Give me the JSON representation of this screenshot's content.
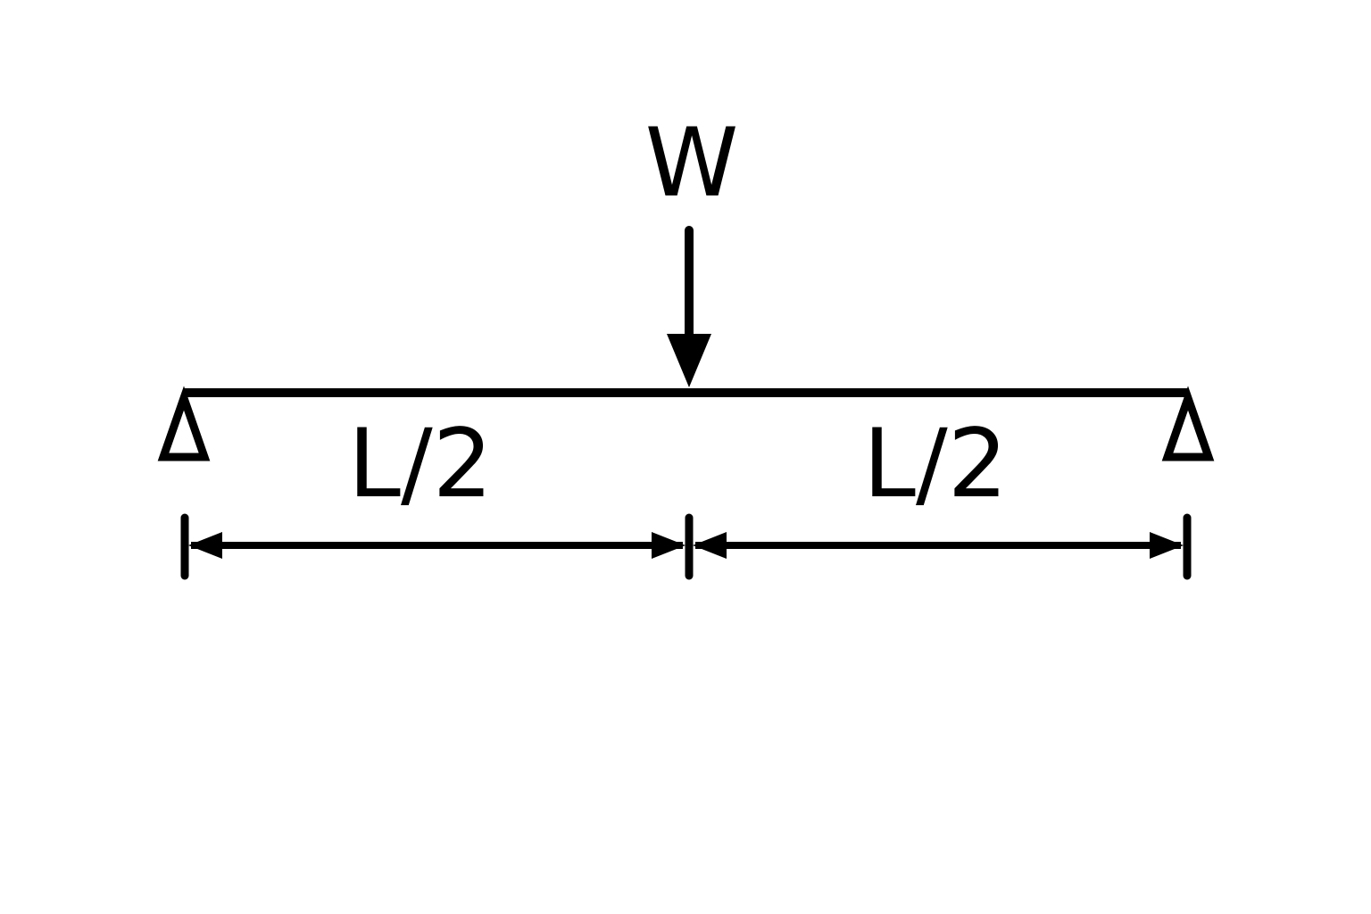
{
  "diagram": {
    "load_label": "W",
    "left_dim_label": "L/2",
    "right_dim_label": "L/2",
    "ink_color": "#000000",
    "background_color": "#ffffff"
  }
}
